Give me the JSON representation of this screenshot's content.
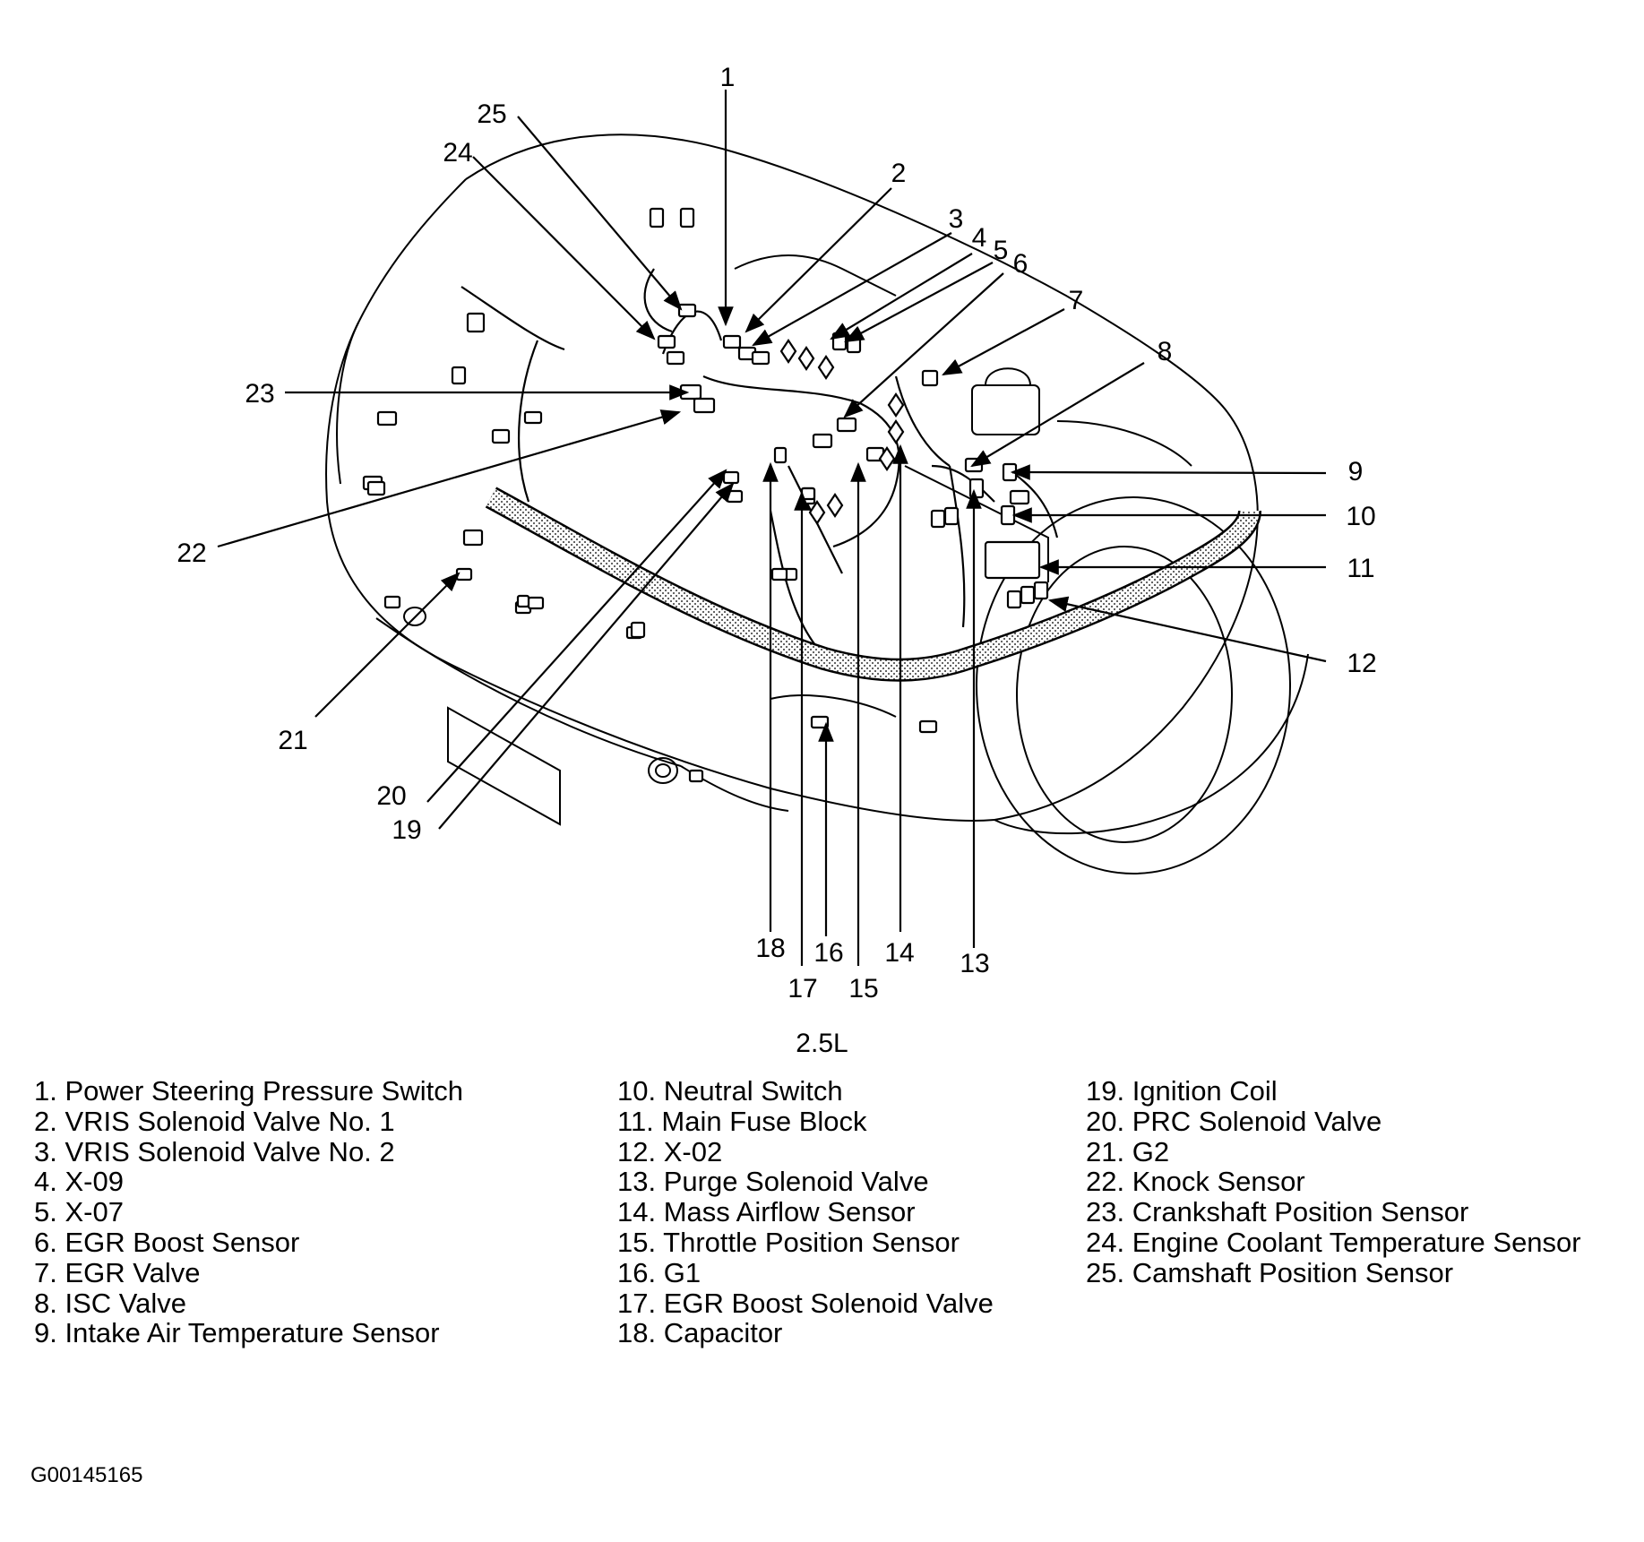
{
  "callouts": [
    "1",
    "2",
    "3",
    "4",
    "5",
    "6",
    "7",
    "8",
    "9",
    "10",
    "11",
    "12",
    "13",
    "14",
    "15",
    "16",
    "17",
    "18",
    "19",
    "20",
    "21",
    "22",
    "23",
    "24",
    "25"
  ],
  "subtitle": "2.5L",
  "legend": [
    "1. Power Steering Pressure Switch",
    "2. VRIS Solenoid Valve No. 1",
    "3. VRIS Solenoid Valve No. 2",
    "4. X-09",
    "5. X-07",
    "6. EGR Boost Sensor",
    "7. EGR Valve",
    "8. ISC Valve",
    "9. Intake Air Temperature Sensor",
    "10. Neutral Switch",
    "11. Main Fuse Block",
    "12. X-02",
    "13. Purge Solenoid Valve",
    "14. Mass Airflow Sensor",
    "15. Throttle Position Sensor",
    "16. G1",
    "17. EGR Boost Solenoid Valve",
    "18. Capacitor",
    "19. Ignition Coil",
    "20. PRC Solenoid Valve",
    "21. G2",
    "22. Knock Sensor",
    "23. Crankshaft Position Sensor",
    "24. Engine Coolant Temperature Sensor",
    "25. Camshaft Position Sensor"
  ],
  "figure_id": "G00145165"
}
